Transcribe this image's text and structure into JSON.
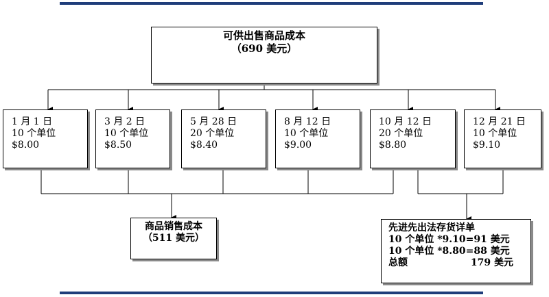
{
  "top_box": {
    "title": "可供出售商品成本",
    "value": "（690 美元）"
  },
  "purchases": [
    {
      "date": "1 月 1 日",
      "qty": "10 个单位",
      "cost": "$8.00"
    },
    {
      "date": "3 月 2 日",
      "qty": "10 个单位",
      "cost": "$8.50"
    },
    {
      "date": "5 月 28 日",
      "qty": "20 个单位",
      "cost": "$8.40"
    },
    {
      "date": "8 月 12 日",
      "qty": "10 个单位",
      "cost": "$9.00"
    },
    {
      "date": "10 月 12 日",
      "qty": "20 个单位",
      "cost": "$8.80"
    },
    {
      "date": "12 月 21 日",
      "qty": "10 个单位",
      "cost": "$9.10"
    }
  ],
  "cogs_box": {
    "title": "商品销售成本",
    "value": "（511 美元）"
  },
  "fifo_box": {
    "title": "先进先出法存货详单",
    "rows": [
      {
        "label": "10 个单位 *9.10=91 美元",
        "value": ""
      },
      {
        "label": "10 个单位 *8.80=88 美元",
        "value": ""
      }
    ],
    "total_label": "总额",
    "total_value": "179 美元"
  }
}
